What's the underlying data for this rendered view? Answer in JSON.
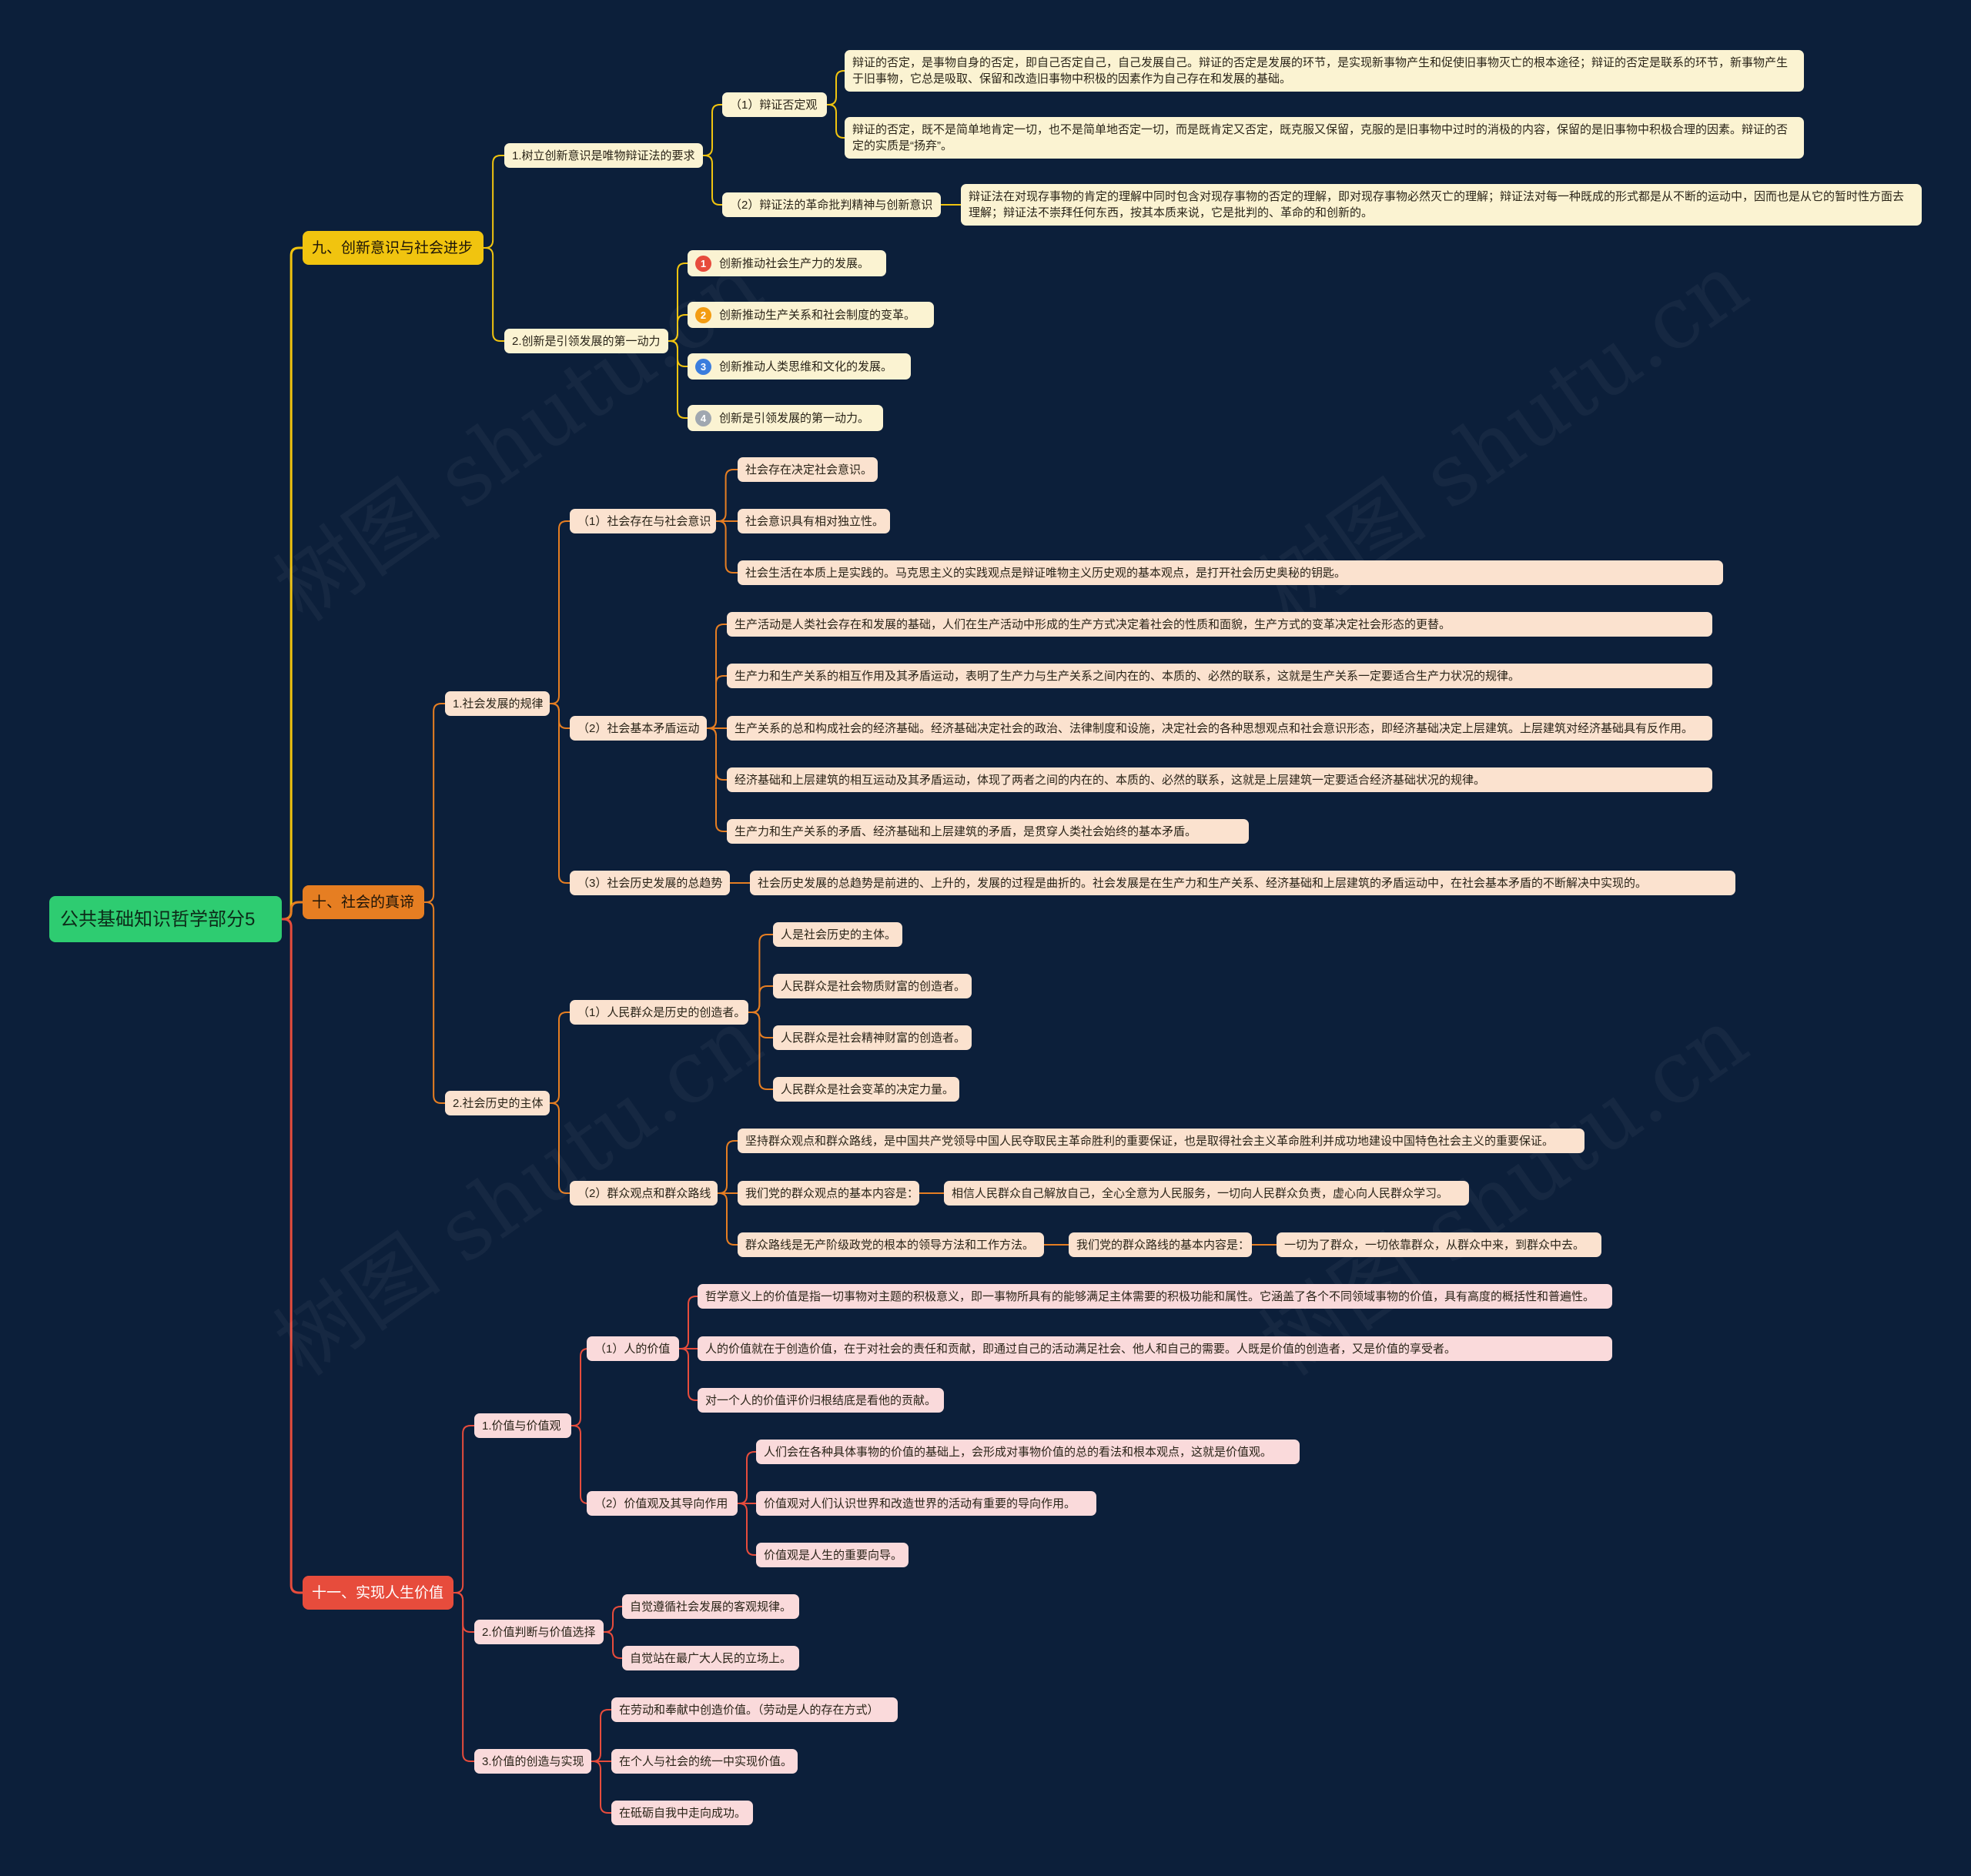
{
  "root": "公共基础知识哲学部分5",
  "colors": {
    "background": "#0c1f3a",
    "yellow": "#f1c40f",
    "orange": "#e67e22",
    "red": "#e74c3c",
    "green": "#2ecc71"
  },
  "watermark": "树图 shutu.cn",
  "s9": {
    "title": "九、创新意识与社会进步",
    "b1": {
      "label": "1.树立创新意识是唯物辩证法的要求",
      "c1": {
        "label": "（1）辩证否定观",
        "t1": "辩证的否定，是事物自身的否定，即自己否定自己，自己发展自己。辩证的否定是发展的环节，是实现新事物产生和促使旧事物灭亡的根本途径；辩证的否定是联系的环节，新事物产生于旧事物，它总是吸取、保留和改造旧事物中积极的因素作为自己存在和发展的基础。",
        "t2": "辩证的否定，既不是简单地肯定一切，也不是简单地否定一切，而是既肯定又否定，既克服又保留，克服的是旧事物中过时的消极的内容，保留的是旧事物中积极合理的因素。辩证的否定的实质是“扬弃”。"
      },
      "c2": {
        "label": "（2）辩证法的革命批判精神与创新意识",
        "t1": "辩证法在对现存事物的肯定的理解中同时包含对现存事物的否定的理解，即对现存事物必然灭亡的理解；辩证法对每一种既成的形式都是从不断的运动中，因而也是从它的暂时性方面去理解；辩证法不崇拜任何东西，按其本质来说，它是批判的、革命的和创新的。"
      }
    },
    "b2": {
      "label": "2.创新是引领发展的第一动力",
      "items": [
        {
          "num": "1",
          "color": "#e74c3c",
          "text": "创新推动社会生产力的发展。"
        },
        {
          "num": "2",
          "color": "#f39c12",
          "text": "创新推动生产关系和社会制度的变革。"
        },
        {
          "num": "3",
          "color": "#3b7ddd",
          "text": "创新推动人类思维和文化的发展。"
        },
        {
          "num": "4",
          "color": "#a0a7b0",
          "text": "创新是引领发展的第一动力。"
        }
      ]
    }
  },
  "s10": {
    "title": "十、社会的真谛",
    "b1": {
      "label": "1.社会发展的规律",
      "c1": {
        "label": "（1）社会存在与社会意识",
        "items": [
          "社会存在决定社会意识。",
          "社会意识具有相对独立性。",
          "社会生活在本质上是实践的。马克思主义的实践观点是辩证唯物主义历史观的基本观点，是打开社会历史奥秘的钥匙。"
        ]
      },
      "c2": {
        "label": "（2）社会基本矛盾运动",
        "items": [
          "生产活动是人类社会存在和发展的基础，人们在生产活动中形成的生产方式决定着社会的性质和面貌，生产方式的变革决定社会形态的更替。",
          "生产力和生产关系的相互作用及其矛盾运动，表明了生产力与生产关系之间内在的、本质的、必然的联系，这就是生产关系一定要适合生产力状况的规律。",
          "生产关系的总和构成社会的经济基础。经济基础决定社会的政治、法律制度和设施，决定社会的各种思想观点和社会意识形态，即经济基础决定上层建筑。上层建筑对经济基础具有反作用。",
          "经济基础和上层建筑的相互运动及其矛盾运动，体现了两者之间的内在的、本质的、必然的联系，这就是上层建筑一定要适合经济基础状况的规律。",
          "生产力和生产关系的矛盾、经济基础和上层建筑的矛盾，是贯穿人类社会始终的基本矛盾。"
        ]
      },
      "c3": {
        "label": "（3）社会历史发展的总趋势",
        "text": "社会历史发展的总趋势是前进的、上升的，发展的过程是曲折的。社会发展是在生产力和生产关系、经济基础和上层建筑的矛盾运动中，在社会基本矛盾的不断解决中实现的。"
      }
    },
    "b2": {
      "label": "2.社会历史的主体",
      "c1": {
        "label": "（1）人民群众是历史的创造者。",
        "items": [
          "人是社会历史的主体。",
          "人民群众是社会物质财富的创造者。",
          "人民群众是社会精神财富的创造者。",
          "人民群众是社会变革的决定力量。"
        ]
      },
      "c2": {
        "label": "（2）群众观点和群众路线",
        "g1": "坚持群众观点和群众路线，是中国共产党领导中国人民夺取民主革命胜利的重要保证，也是取得社会主义革命胜利并成功地建设中国特色社会主义的重要保证。",
        "g2": "我们党的群众观点的基本内容是：",
        "g2a": "相信人民群众自己解放自己，全心全意为人民服务，一切向人民群众负责，虚心向人民群众学习。",
        "g3": "群众路线是无产阶级政党的根本的领导方法和工作方法。",
        "g3a": "我们党的群众路线的基本内容是：",
        "g3b": "一切为了群众，一切依靠群众，从群众中来，到群众中去。"
      }
    }
  },
  "s11": {
    "title": "十一、实现人生价值",
    "b1": {
      "label": "1.价值与价值观",
      "c1": {
        "label": "（1）人的价值",
        "items": [
          "哲学意义上的价值是指一切事物对主题的积极意义，即一事物所具有的能够满足主体需要的积极功能和属性。它涵盖了各个不同领域事物的价值，具有高度的概括性和普遍性。",
          "人的价值就在于创造价值，在于对社会的责任和贡献，即通过自己的活动满足社会、他人和自己的需要。人既是价值的创造者，又是价值的享受者。",
          "对一个人的价值评价归根结底是看他的贡献。"
        ]
      },
      "c2": {
        "label": "（2）价值观及其导向作用",
        "items": [
          "人们会在各种具体事物的价值的基础上，会形成对事物价值的总的看法和根本观点，这就是价值观。",
          "价值观对人们认识世界和改造世界的活动有重要的导向作用。",
          "价值观是人生的重要向导。"
        ]
      }
    },
    "b2": {
      "label": "2.价值判断与价值选择",
      "items": [
        "自觉遵循社会发展的客观规律。",
        "自觉站在最广大人民的立场上。"
      ]
    },
    "b3": {
      "label": "3.价值的创造与实现",
      "items": [
        "在劳动和奉献中创造价值。（劳动是人的存在方式）",
        "在个人与社会的统一中实现价值。",
        "在砥砺自我中走向成功。"
      ]
    }
  }
}
